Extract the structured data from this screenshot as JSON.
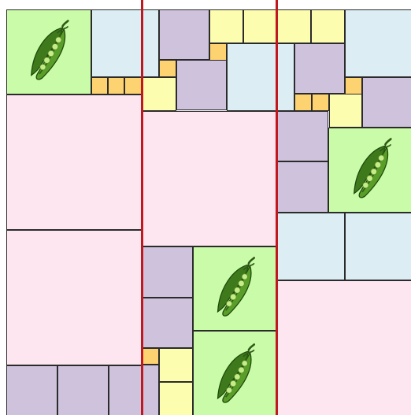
{
  "board": {
    "colors": {
      "pink": "#fde6f0",
      "lightblue": "#dceef3",
      "lavender": "#cfc2dc",
      "yellow": "#fdfdb0",
      "orange": "#fdd270",
      "green": "#c9fba8",
      "divider": "#c0181f",
      "grid_line": "#2b2b2b"
    },
    "tiles": [
      {
        "name": "pea-pod-tile",
        "color": "green",
        "icon": "pea-pod-icon"
      },
      {
        "name": "pink-tile",
        "color": "pink",
        "icon": ""
      },
      {
        "name": "lightblue-tile",
        "color": "lightblue",
        "icon": ""
      },
      {
        "name": "lavender-tile",
        "color": "lavender",
        "icon": ""
      },
      {
        "name": "yellow-tile",
        "color": "yellow",
        "icon": ""
      },
      {
        "name": "orange-tile",
        "color": "orange",
        "icon": ""
      }
    ],
    "divider_count": 2
  }
}
